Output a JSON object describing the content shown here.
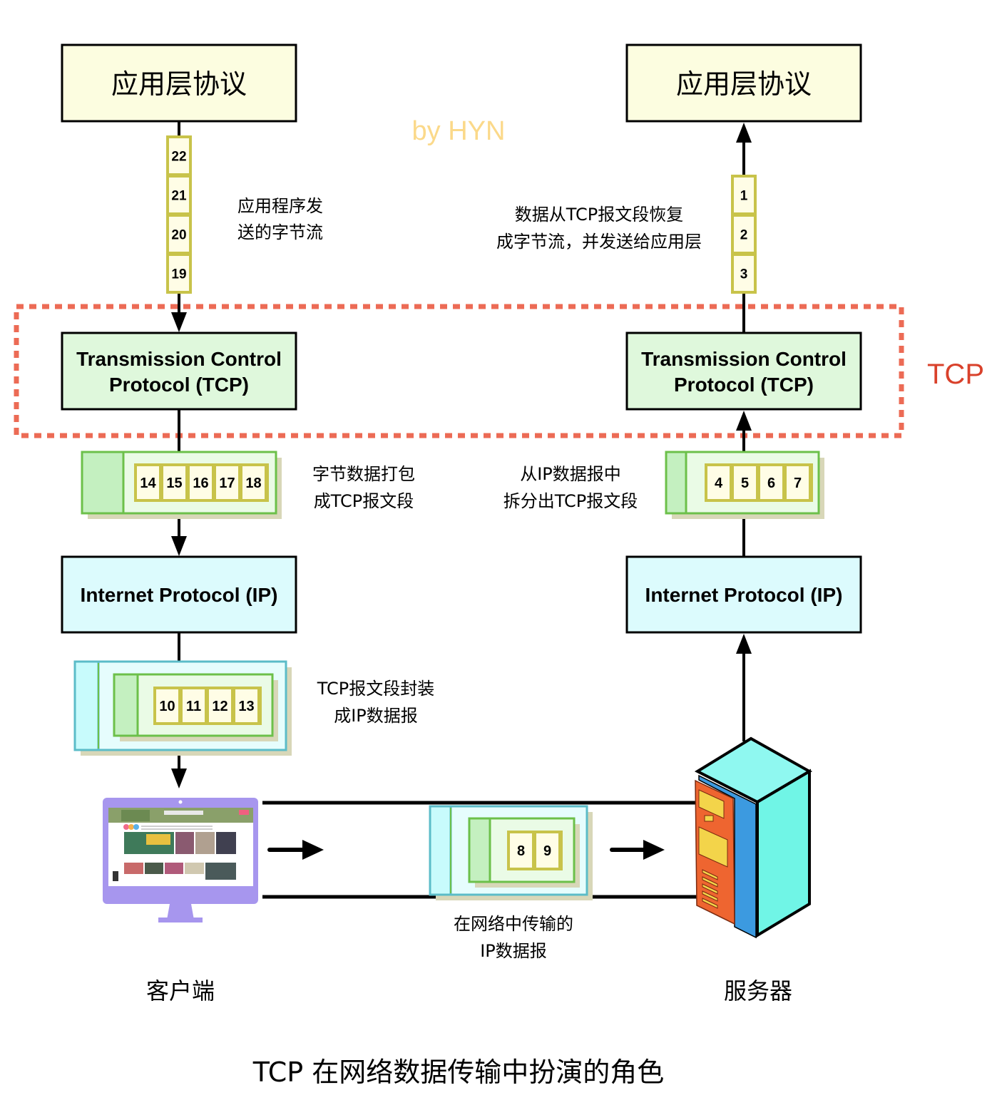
{
  "watermark": "by HYN",
  "tcp_region_label": "TCP",
  "caption": "TCP 在网络数据传输中扮演的角色",
  "colors": {
    "app_box_fill": "#fcfde0",
    "tcp_box_fill": "#dff8dc",
    "ip_box_fill": "#dcfbfd",
    "byte_fill": "#fffde6",
    "byte_border": "#c8c34a",
    "segment_border": "#6cc04a",
    "segment_header": "#c4f0c0",
    "segment_body": "#eafbe6",
    "datagram_border": "#5bbcc8",
    "datagram_header": "#c8fbfc",
    "datagram_body": "#e6fdfd",
    "shadow": "#d8d7b8",
    "tcp_dash": "#ec6b55",
    "tcp_label": "#d9412b",
    "watermark": "#fbd98a",
    "monitor": "#a796ee",
    "server_front": "#ee6530",
    "server_side": "#3c9ae0",
    "server_right": "#70f5e6",
    "server_top": "#8ff8f0"
  },
  "client": {
    "label": "客户端",
    "app_layer": "应用层协议",
    "tcp_layer_line1": "Transmission Control",
    "tcp_layer_line2": "Protocol (TCP)",
    "ip_layer": "Internet Protocol (IP)",
    "byte_stream": [
      "22",
      "21",
      "20",
      "19"
    ],
    "byte_stream_note": [
      "应用程序发",
      "送的字节流"
    ],
    "segment_bytes": [
      "14",
      "15",
      "16",
      "17",
      "18"
    ],
    "segment_note": [
      "字节数据打包",
      "成TCP报文段"
    ],
    "datagram_bytes": [
      "10",
      "11",
      "12",
      "13"
    ],
    "datagram_note": [
      "TCP报文段封装",
      "成IP数据报"
    ]
  },
  "server": {
    "label": "服务器",
    "app_layer": "应用层协议",
    "tcp_layer_line1": "Transmission Control",
    "tcp_layer_line2": "Protocol (TCP)",
    "ip_layer": "Internet Protocol (IP)",
    "byte_stream": [
      "1",
      "2",
      "3"
    ],
    "byte_stream_note": [
      "数据从TCP报文段恢复",
      "成字节流，并发送给应用层"
    ],
    "segment_bytes": [
      "4",
      "5",
      "6",
      "7"
    ],
    "segment_note": [
      "从IP数据报中",
      "拆分出TCP报文段"
    ]
  },
  "network": {
    "datagram_bytes": [
      "8",
      "9"
    ],
    "note": [
      "在网络中传输的",
      "IP数据报"
    ]
  }
}
